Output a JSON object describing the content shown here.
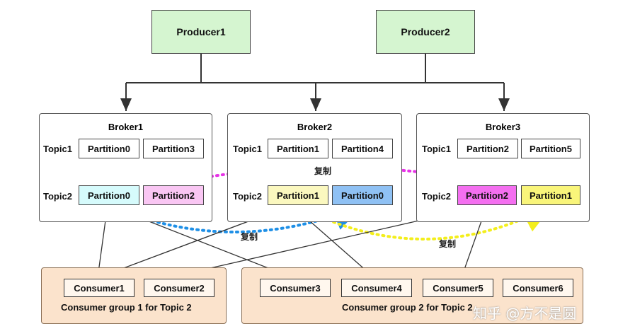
{
  "producers": [
    "Producer1",
    "Producer2"
  ],
  "brokers": [
    {
      "title": "Broker1",
      "topic1": "Topic1",
      "topic2": "Topic2",
      "topic1_parts": [
        "Partition0",
        "Partition3"
      ],
      "topic2_parts": [
        "Partition0",
        "Partition2"
      ]
    },
    {
      "title": "Broker2",
      "topic1": "Topic1",
      "topic2": "Topic2",
      "topic1_parts": [
        "Partition1",
        "Partition4"
      ],
      "topic2_parts": [
        "Partition1",
        "Partition0"
      ]
    },
    {
      "title": "Broker3",
      "topic1": "Topic1",
      "topic2": "Topic2",
      "topic1_parts": [
        "Partition2",
        "Partition5"
      ],
      "topic2_parts": [
        "Partition2",
        "Partition1"
      ]
    }
  ],
  "replication_label": "复制",
  "consumer_groups": [
    {
      "label": "Consumer group 1 for Topic 2",
      "consumers": [
        "Consumer1",
        "Consumer2"
      ]
    },
    {
      "label": "Consumer group 2 for Topic 2",
      "consumers": [
        "Consumer3",
        "Consumer4",
        "Consumer5",
        "Consumer6"
      ]
    }
  ],
  "watermark": "知乎 @方不是圆",
  "colors": {
    "producer_fill": "#d5f5d0",
    "cyan_partition": "#d6fbfc",
    "pink_partition": "#f9c6f3",
    "yellow_partition": "#fbf8bf",
    "blue_partition": "#8fc1f4",
    "magenta_partition": "#f46ff0",
    "yellow_leader": "#f9f57a",
    "group_fill": "#fbe3cc",
    "magenta_dots": "#e633e6",
    "blue_dots": "#1e8fe6",
    "yellow_dots": "#f3ee1c"
  }
}
